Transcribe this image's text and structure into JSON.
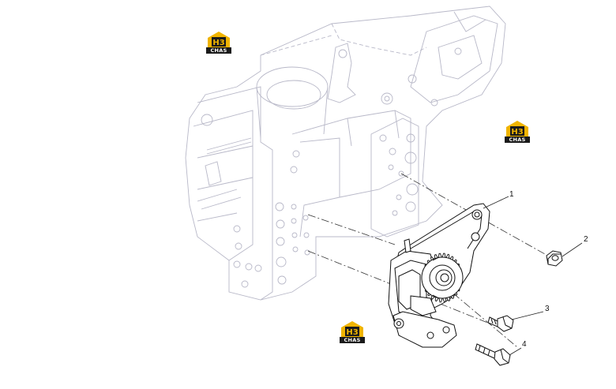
{
  "callouts": [
    {
      "id": "1",
      "label": "1"
    },
    {
      "id": "2",
      "label": "2"
    },
    {
      "id": "3",
      "label": "3"
    },
    {
      "id": "4",
      "label": "4"
    }
  ],
  "watermark": {
    "text": "CHAS",
    "monogram": "H3",
    "accent_color": "#f0b400",
    "dark_color": "#1a1a1a"
  },
  "colors": {
    "background": "#ffffff",
    "housing_line": "#b8b8c8",
    "part_line": "#111111",
    "leader_line": "#222222"
  }
}
